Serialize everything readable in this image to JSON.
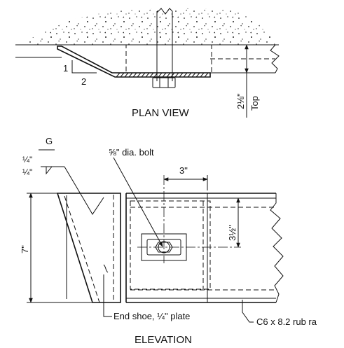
{
  "plan_view": {
    "title": "PLAN VIEW",
    "slope_rise": "1",
    "slope_run": "2",
    "dim_offset": "2⅛\"",
    "dim_top": "Top"
  },
  "elevation": {
    "title": "ELEVATION",
    "weld_symbol": "G",
    "weld_size_top": "¼\"",
    "weld_size_bottom": "¼\"",
    "bolt_label": "⅝\" dia. bolt",
    "dim_3in": "3\"",
    "dim_3half": "3½\"",
    "dim_7in": "7\"",
    "end_shoe_label": "End shoe, ¼\" plate",
    "rail_label": "C6 x 8.2 rub ra"
  }
}
